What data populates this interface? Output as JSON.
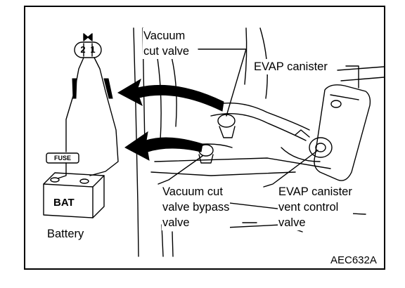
{
  "labels": {
    "vacuum_cut_valve": "Vacuum\ncut valve",
    "evap_canister": "EVAP canister",
    "vacuum_cut_valve_bypass_valve": "Vacuum cut\nvalve bypass\nvalve",
    "evap_canister_vent_control_valve": "EVAP canister\nvent control\nvalve",
    "battery": "Battery",
    "fuse": "FUSE",
    "bat": "BAT",
    "connector_pin_2": "2",
    "connector_pin_1": "1"
  },
  "figure_code": "AEC632A"
}
